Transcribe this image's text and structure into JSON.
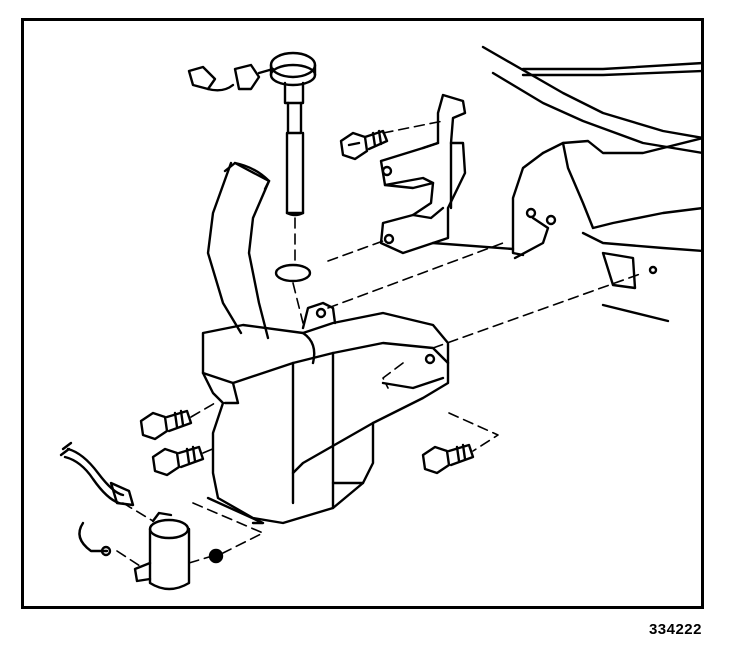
{
  "figure": {
    "number": "334222",
    "parts": [
      "washer-level-sensor-connector",
      "washer-level-sensor",
      "filler-neck",
      "o-ring-seal",
      "mounting-bracket",
      "bracket-bolt",
      "washer-reservoir",
      "reservoir-bolt-upper",
      "reservoir-bolt-lower",
      "reservoir-bolt-rear",
      "washer-pump",
      "pump-connector",
      "pump-hose",
      "pump-grommet",
      "body-panel"
    ],
    "colors": {
      "line": "#000000",
      "background": "#ffffff"
    }
  }
}
